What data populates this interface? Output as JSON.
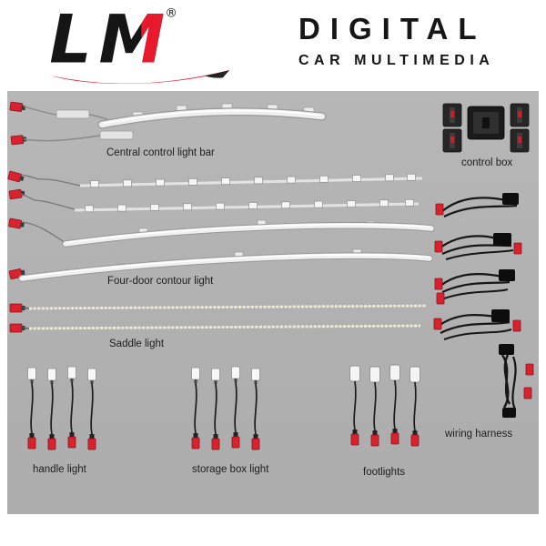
{
  "header": {
    "logo_l": "L",
    "logo_m": "M",
    "registered": "®",
    "title": "DIGITAL",
    "subtitle": "CAR MULTIMEDIA"
  },
  "panel": {
    "labels": {
      "central": "Central control light bar",
      "control_box": "control box",
      "contour": "Four-door contour light",
      "saddle": "Saddle light",
      "handle": "handle light",
      "storage": "storage box light",
      "footlights": "footlights",
      "harness": "wiring harness"
    },
    "colors": {
      "background": "#b2b2b2",
      "accent_red": "#d8232f",
      "logo_red": "#e8192c",
      "strip_white": "#efefef",
      "wire_black": "#1b1b1b"
    }
  }
}
